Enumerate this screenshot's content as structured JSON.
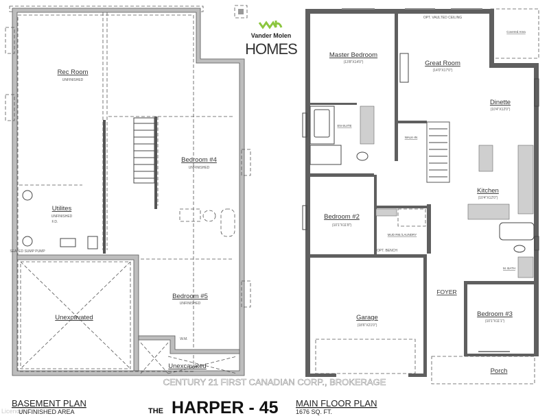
{
  "logo": {
    "brand_line1": "Vander Molen",
    "brand_line2": "HOMES",
    "accent_color": "#8cc63f"
  },
  "title": {
    "prefix": "THE",
    "name": "HARPER - 45"
  },
  "basement": {
    "heading": "BASEMENT PLAN",
    "subheading": "UNFINISHED AREA",
    "rooms": [
      {
        "name": "Rec Room",
        "note": "UNFINISHED"
      },
      {
        "name": "Utilites",
        "note": "UNFINISHED"
      },
      {
        "name": "Bedroom #4",
        "note": "UNFINISHED"
      },
      {
        "name": "Bedroom #5",
        "note": "UNFINISHED"
      },
      {
        "name": "Unexcavated"
      },
      {
        "name": "Unexcavated"
      }
    ],
    "fixtures": {
      "floor_drain": "F.D.",
      "sump": "SEALED SUMP PUMP",
      "water_meter": "W.M."
    }
  },
  "main_floor": {
    "heading": "MAIN FLOOR PLAN",
    "area": "1676 SQ. FT.",
    "rooms": [
      {
        "name": "Master Bedroom",
        "size": "(13'8\"X14'0\")"
      },
      {
        "name": "Great Room",
        "size": "(14'0\"X17'0\")"
      },
      {
        "name": "Dinette",
        "size": "(10'4\"X12'0\")"
      },
      {
        "name": "Kitchen",
        "size": "(10'4\"X12'0\")"
      },
      {
        "name": "Bedroom #2",
        "size": "(10'1\"X11'8\")"
      },
      {
        "name": "Bedroom #3",
        "size": "(10'1\"X11'1\")"
      },
      {
        "name": "Garage",
        "size": "(18'6\"X21'0\")"
      },
      {
        "name": "FOYER"
      },
      {
        "name": "Porch"
      }
    ],
    "notes": {
      "vaulted": "OPT. VAULTED CEILING",
      "covered": "Covered Area",
      "ensuite": "EN-SUITE",
      "walkin": "WALK-IN",
      "mudroom": "MUD RM./LAUNDRY",
      "bench": "OPT. BENCH",
      "mbath": "M. BATH"
    }
  },
  "watermark": "CENTURY 21 FIRST CANADIAN CORP., BROKERAGE",
  "licence": "Licence"
}
